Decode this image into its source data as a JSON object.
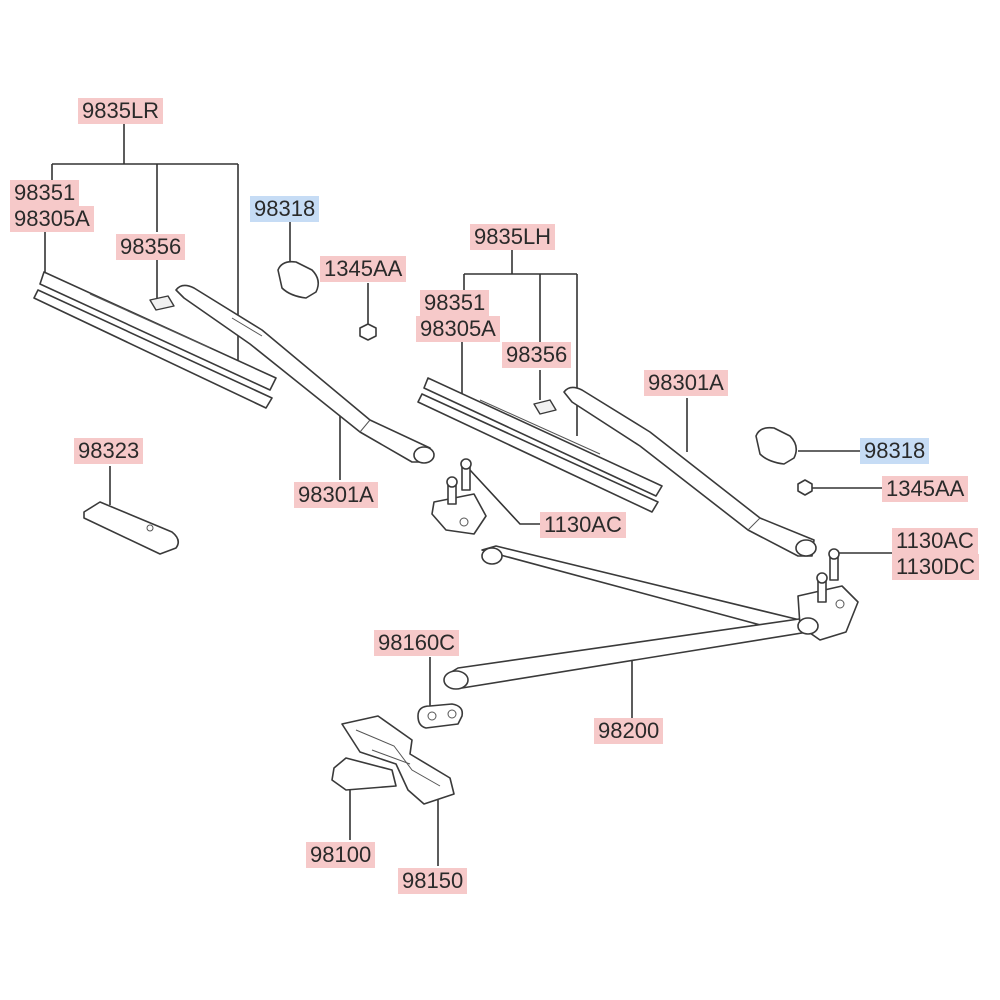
{
  "labels": {
    "lr_assembly": "9835LR",
    "lr_refill": "98351",
    "lr_blade": "98305A",
    "lr_adapter": "98356",
    "lr_cap": "98318",
    "lr_nut": "1345AA",
    "lr_arm": "98301A",
    "cover": "98323",
    "lh_assembly": "9835LH",
    "lh_refill": "98351",
    "lh_blade": "98305A",
    "lh_adapter": "98356",
    "lh_arm": "98301A",
    "rh_cap": "98318",
    "rh_nut": "1345AA",
    "pivot_bolt_left": "1130AC",
    "pivot_bolt_right": "1130AC",
    "pivot_bolt_right_alt": "1130DC",
    "grommet": "98160C",
    "linkage": "98200",
    "motor": "98100",
    "bracket": "98150"
  },
  "colors": {
    "red_highlight": "#f6c9c9",
    "blue_highlight": "#c6dcf5"
  }
}
